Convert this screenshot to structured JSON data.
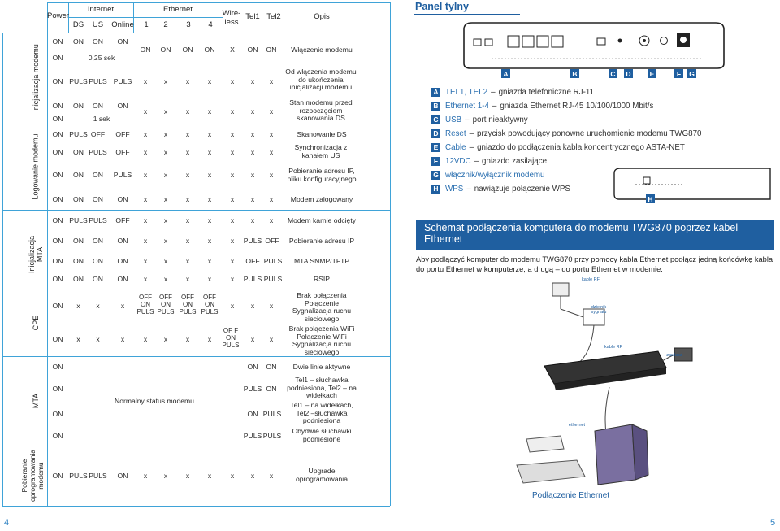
{
  "page": {
    "left_number": "4",
    "right_number": "5"
  },
  "table": {
    "headers": {
      "power": "Power",
      "internet": "Internet",
      "ethernet": "Ethernet",
      "ds": "DS",
      "us": "US",
      "online": "Online",
      "eth1": "1",
      "eth2": "2",
      "eth3": "3",
      "eth4": "4",
      "wireless": "Wire-\nless",
      "tel1": "Tel1",
      "tel2": "Tel2",
      "opis": "Opis"
    },
    "sections": {
      "init": "Inicjalizacja modemu",
      "logon": "Logowanie modemu",
      "mta_init": "Inicjalizacja\nMTA",
      "cpe": "CPE",
      "mta": "MTA",
      "upgrade": "Pobieranie\noprogramowania\nmodemu"
    },
    "r1": {
      "c1": "ON",
      "c2": "ON",
      "c3": "ON",
      "c4": "ON",
      "e1": "ON",
      "e2": "ON",
      "e3": "ON",
      "e4": "ON",
      "w": "X",
      "t1": "ON",
      "t2": "ON",
      "desc": "Włączenie modemu"
    },
    "r2": {
      "c1": "ON",
      "c2": "0,25 sek"
    },
    "r3": {
      "c1": "ON",
      "c2": "PULS",
      "c3": "PULS",
      "c4": "PULS",
      "e1": "x",
      "e2": "x",
      "e3": "x",
      "e4": "x",
      "w": "x",
      "t1": "x",
      "t2": "x",
      "desc": "Od włączenia modemu do ukończenia inicjalizacji modemu"
    },
    "r4": {
      "c1": "ON",
      "c2": "ON",
      "c3": "ON",
      "c4": "ON",
      "e1": "x",
      "e2": "x",
      "e3": "x",
      "e4": "x",
      "w": "x",
      "t1": "x",
      "t2": "x",
      "desc": "Stan modemu przed rozpoczęciem skanowania DS"
    },
    "r5": {
      "c1": "ON",
      "c2": "1 sek"
    },
    "r6": {
      "c1": "ON",
      "c2": "PULS",
      "c3": "OFF",
      "c4": "OFF",
      "e1": "x",
      "e2": "x",
      "e3": "x",
      "e4": "x",
      "w": "x",
      "t1": "x",
      "t2": "x",
      "desc": "Skanowanie DS"
    },
    "r7": {
      "c1": "ON",
      "c2": "ON",
      "c3": "PULS",
      "c4": "OFF",
      "e1": "x",
      "e2": "x",
      "e3": "x",
      "e4": "x",
      "w": "x",
      "t1": "x",
      "t2": "x",
      "desc": "Synchronizacja z kanałem US"
    },
    "r8": {
      "c1": "ON",
      "c2": "ON",
      "c3": "ON",
      "c4": "PULS",
      "e1": "x",
      "e2": "x",
      "e3": "x",
      "e4": "x",
      "w": "x",
      "t1": "x",
      "t2": "x",
      "desc": "Pobieranie adresu IP, pliku konfiguracyjnego"
    },
    "r9": {
      "c1": "ON",
      "c2": "ON",
      "c3": "ON",
      "c4": "ON",
      "e1": "x",
      "e2": "x",
      "e3": "x",
      "e4": "x",
      "w": "x",
      "t1": "x",
      "t2": "x",
      "desc": "Modem zalogowany"
    },
    "r10": {
      "c1": "ON",
      "c2": "PULS",
      "c3": "PULS",
      "c4": "OFF",
      "e1": "x",
      "e2": "x",
      "e3": "x",
      "e4": "x",
      "w": "x",
      "t1": "x",
      "t2": "x",
      "desc": "Modem karnie odcięty"
    },
    "r11": {
      "c1": "ON",
      "c2": "ON",
      "c3": "ON",
      "c4": "ON",
      "e1": "x",
      "e2": "x",
      "e3": "x",
      "e4": "x",
      "w": "x",
      "t1": "PULS",
      "t2": "OFF",
      "desc": "Pobieranie adresu IP"
    },
    "r12": {
      "c1": "ON",
      "c2": "ON",
      "c3": "ON",
      "c4": "ON",
      "e1": "x",
      "e2": "x",
      "e3": "x",
      "e4": "x",
      "w": "x",
      "t1": "OFF",
      "t2": "PULS",
      "desc": "MTA SNMP/TFTP"
    },
    "r13": {
      "c1": "ON",
      "c2": "ON",
      "c3": "ON",
      "c4": "ON",
      "e1": "x",
      "e2": "x",
      "e3": "x",
      "e4": "x",
      "w": "x",
      "t1": "PULS",
      "t2": "PULS",
      "desc": "RSIP"
    },
    "r14": {
      "c1": "ON",
      "c2": "x",
      "c3": "x",
      "c4": "x",
      "e1": "OFF\nON\nPULS",
      "e2": "OFF\nON\nPULS",
      "e3": "OFF\nON\nPULS",
      "e4": "OFF\nON\nPULS",
      "w": "x",
      "t1": "x",
      "t2": "x",
      "desc": "Brak połączenia\nPołączenie\nSygnalizacja ruchu sieciowego"
    },
    "r15": {
      "c1": "ON",
      "c2": "x",
      "c3": "x",
      "c4": "x",
      "e1": "x",
      "e2": "x",
      "e3": "x",
      "e4": "x",
      "w": "OF F\nON\nPULS",
      "t1": "x",
      "t2": "x",
      "desc": "Brak połączenia WiFi\nPołączenie WiFi\nSygnalizacja ruchu sieciowego"
    },
    "r16": {
      "c1": "ON",
      "t1": "ON",
      "t2": "ON",
      "desc": "Dwie linie aktywne"
    },
    "r17": {
      "c1": "ON",
      "t1": "PULS",
      "t2": "ON",
      "desc": "Tel1 – słuchawka podniesiona, Tel2 – na widełkach"
    },
    "r18": {
      "c1": "ON",
      "t1": "ON",
      "t2": "PULS",
      "desc": "Tel1 – na widełkach, Tel2 –słuchawka podniesiona"
    },
    "r19": {
      "c1": "ON",
      "t1": "PULS",
      "t2": "PULS",
      "desc": "Obydwie słuchawki podniesione"
    },
    "mta_middle": "Normalny status modemu",
    "r20": {
      "c1": "ON",
      "c2": "PULS",
      "c3": "PULS",
      "c4": "ON",
      "e1": "x",
      "e2": "x",
      "e3": "x",
      "e4": "x",
      "w": "x",
      "t1": "x",
      "t2": "x",
      "desc": "Upgrade oprogramowania"
    }
  },
  "panel": {
    "title": "Panel tylny",
    "port_letters": [
      "A",
      "B",
      "C",
      "D",
      "E",
      "F",
      "G"
    ],
    "h_letter": "H",
    "legend": [
      {
        "letter": "A",
        "term": "TEL1, TEL2",
        "desc": "gniazda telefoniczne RJ-11"
      },
      {
        "letter": "B",
        "term": "Ethernet 1-4",
        "desc": "gniazda Ethernet RJ-45 10/100/1000 Mbit/s"
      },
      {
        "letter": "C",
        "term": "USB",
        "desc": "port nieaktywny"
      },
      {
        "letter": "D",
        "term": "Reset",
        "desc": "przycisk powodujący ponowne uruchomienie modemu TWG870"
      },
      {
        "letter": "E",
        "term": "Cable",
        "desc": "gniazdo do podłączenia kabla koncentrycznego ASTA-NET"
      },
      {
        "letter": "F",
        "term": "12VDC",
        "desc": "gniazdo zasilające"
      },
      {
        "letter": "G",
        "term": "włącznik/wyłącznik modemu",
        "desc": ""
      },
      {
        "letter": "H",
        "term": "WPS",
        "desc": "nawiązuje połączenie WPS"
      }
    ]
  },
  "schema": {
    "title": "Schemat podłączenia komputera do modemu TWG870 poprzez kabel Ethernet",
    "text": "Aby podłączyć komputer do modemu TWG870 przy pomocy kabla Ethernet podłącz jedną końcówkę kabla do portu Ethernet w komputerze, a drugą – do portu Ethernet w modemie.",
    "labels": {
      "rf1": "kable RF",
      "splitter": "dzielnik sygnału",
      "rf2": "kable RF",
      "power": "zasilacz",
      "ethernet": "ethernet"
    },
    "caption": "Podłączenie Ethernet"
  },
  "colors": {
    "accent": "#1f5fa0",
    "table_lines": "#3fa3d8"
  }
}
